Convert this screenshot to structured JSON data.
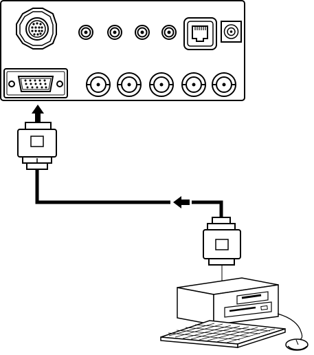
{
  "figure": {
    "parts": {
      "device_panel": "rear-connector-panel",
      "computer": "desktop-computer",
      "cable_top_connector": "vga-connector-device-end",
      "cable_bottom_connector": "vga-connector-computer-end",
      "cable": "vga-cable"
    },
    "arrows": [
      "up-arrow",
      "left-arrow"
    ],
    "connector_counts": {
      "round_audio_jacks": 4,
      "bnc_jacks": 5,
      "vga_port": 1,
      "modular_jack": 1,
      "dc_jack": 1,
      "multi_pin_din": 1
    },
    "colors": {
      "line": "#000000",
      "fill": "#ffffff"
    }
  }
}
